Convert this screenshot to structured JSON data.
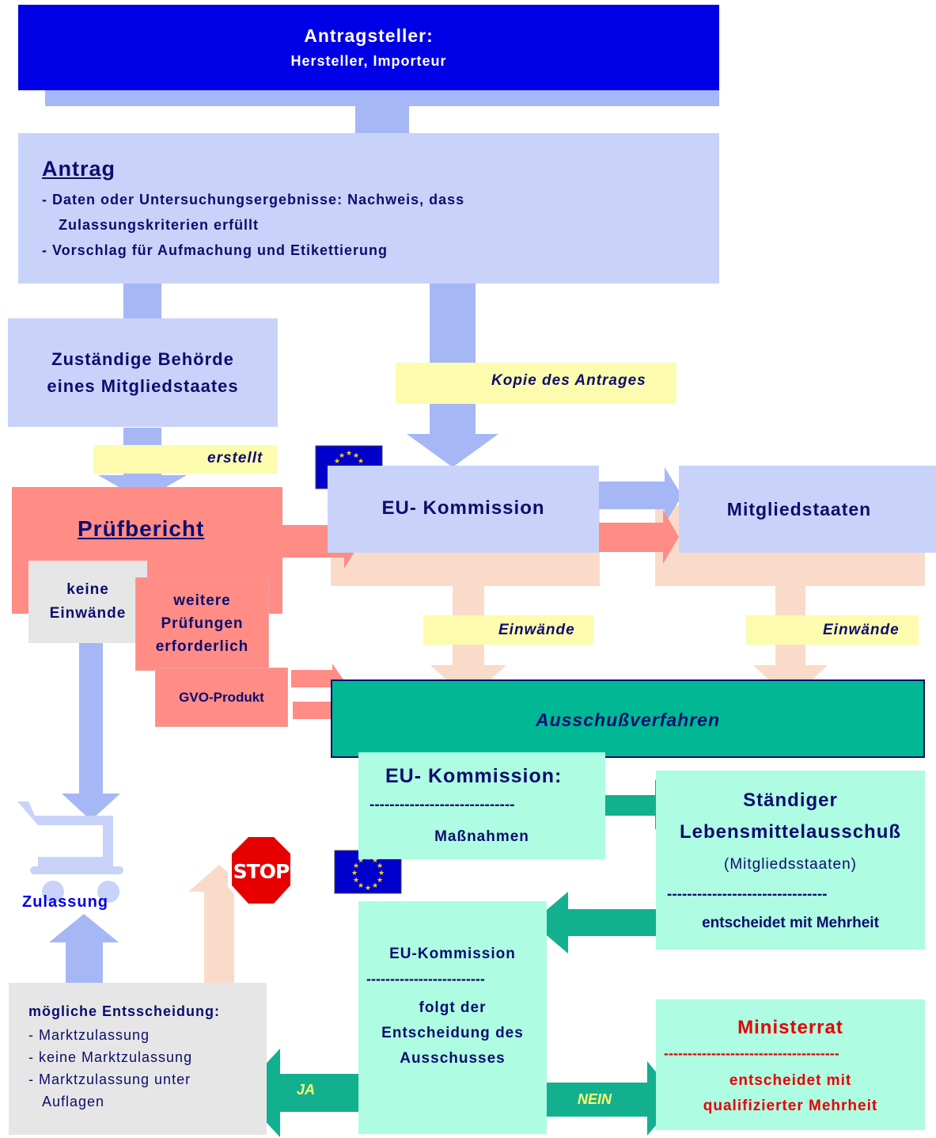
{
  "applicant": {
    "title": "Antragsteller:",
    "subtitle": "Hersteller, Importeur"
  },
  "application": {
    "heading": "Antrag",
    "line1": "- Daten oder Untersuchungsergebnisse: Nachweis, dass",
    "line2": "Zulassungskriterien erfüllt",
    "line3": "- Vorschlag für Aufmachung und Etikettierung"
  },
  "authority": {
    "line1": "Zuständige Behörde",
    "line2": "eines Mitgliedstaates"
  },
  "labels": {
    "copy": "Kopie des Antrages",
    "creates": "erstellt",
    "objections_1": "Einwände",
    "objections_2": "Einwände",
    "yes": "JA",
    "no": "NEIN"
  },
  "report": {
    "title": "Prüfbericht"
  },
  "no_objections": {
    "line1": "keine",
    "line2": "Einwände"
  },
  "further_tests": {
    "line1": "weitere",
    "line2": "Prüfungen",
    "line3": "erforderlich"
  },
  "gmo": {
    "label": "GVO-Produkt"
  },
  "eu_commission": {
    "label": "EU- Kommission"
  },
  "member_states": {
    "label": "Mitgliedstaaten"
  },
  "committee_procedure": {
    "label": "Ausschußverfahren"
  },
  "eu_measures": {
    "title": "EU- Kommission:",
    "divider": "-----------------------------",
    "body": "Maßnahmen"
  },
  "standing_committee": {
    "line1": "Ständiger",
    "line2": "Lebensmittelausschuß",
    "line3": "(Mitgliedsstaaten)",
    "divider": "--------------------------------",
    "body": "entscheidet mit Mehrheit"
  },
  "eu_follows": {
    "title": "EU-Kommission",
    "divider": "-------------------------",
    "line1": "folgt der",
    "line2": "Entscheidung des",
    "line3": "Ausschusses"
  },
  "council": {
    "title": "Ministerrat",
    "divider": "-------------------------------------",
    "line1": "entscheidet mit",
    "line2": "qualifizierter Mehrheit"
  },
  "approval": {
    "label": "Zulassung"
  },
  "stop_sign": {
    "text": "STOP"
  },
  "decision": {
    "title": "mögliche Entsscheidung:",
    "items": [
      "- Marktzulassung",
      "- keine Marktzulassung",
      "- Marktzulassung unter",
      "Auflagen"
    ]
  },
  "colors": {
    "applicant": "#0000e6",
    "light_blue": "#c9d3f9",
    "arrow_blue": "#a6b7f5",
    "salmon": "#ff8c85",
    "peach": "#fadbc9",
    "yellow": "#fdfcae",
    "teal": "#00b894",
    "mint": "#aefce1",
    "grey": "#e6e6e6",
    "red_text": "#e60000"
  }
}
